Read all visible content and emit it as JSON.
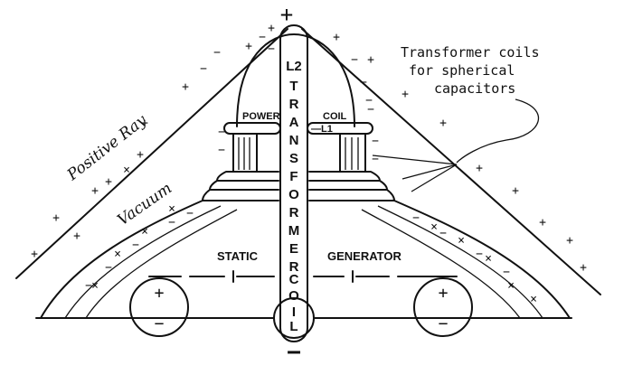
{
  "diagram": {
    "top_sign": "+",
    "bottom_sign": "−",
    "left_labels": {
      "positive_ray": "Positive Ray",
      "vacuum": "Vacuum"
    },
    "power_coil": {
      "left": "POWER",
      "right": "COIL",
      "l1": "—L1"
    },
    "column_label": [
      "L2",
      "T",
      "R",
      "A",
      "N",
      "S",
      "F",
      "O",
      "R",
      "M",
      "E",
      "R",
      "C",
      "O",
      "I",
      "L"
    ],
    "static_generator": {
      "left": "STATIC",
      "right": "GENERATOR"
    },
    "annotation": [
      "Transformer coils",
      "for spherical",
      "capacitors"
    ],
    "sphere_signs": {
      "left_top": "+",
      "left_bottom": "−",
      "right_top": "+",
      "right_bottom": "−"
    },
    "charge_plus": "+",
    "charge_minus": "−",
    "charge_x": "×"
  }
}
